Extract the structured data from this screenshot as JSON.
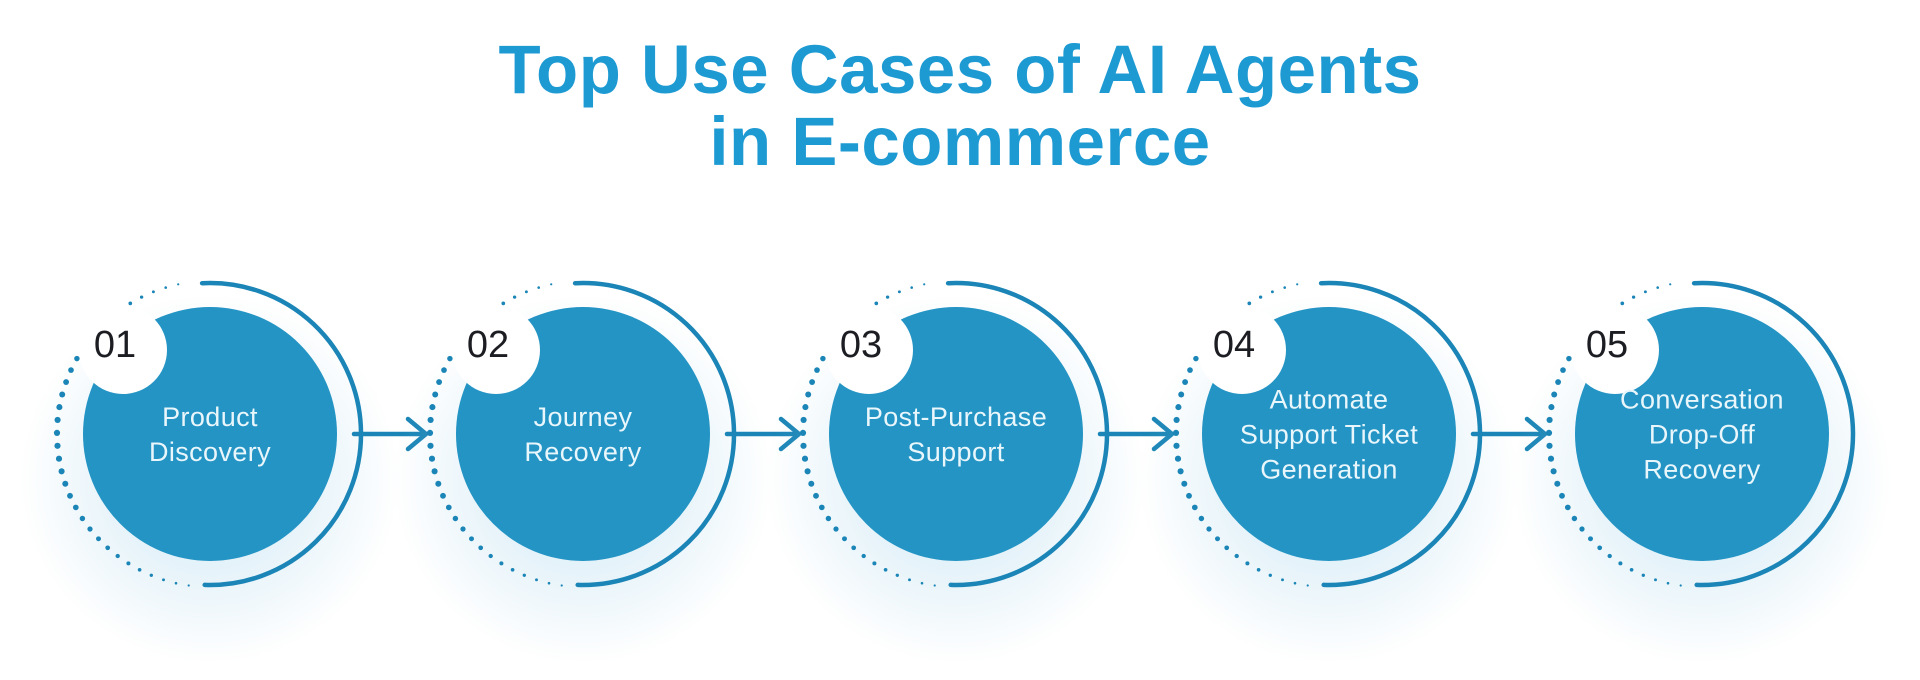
{
  "title": {
    "line1": "Top Use Cases of AI Agents",
    "line2": "in E-commerce"
  },
  "colors": {
    "background": "#ffffff",
    "title": "#1e9ad3",
    "circle_fill": "#2394c4",
    "ring_stroke": "#1a85b6",
    "dot_color": "#1a85b6",
    "arrow_color": "#1a85b6",
    "number_badge_fill": "#ffffff",
    "number_color": "#1c1d22",
    "label_color": "#e9f6fb",
    "glow_color": "#9ccfe9"
  },
  "diagram": {
    "steps": [
      {
        "number": "01",
        "label": "Product Discovery",
        "label_lines": [
          "Product",
          "Discovery"
        ]
      },
      {
        "number": "02",
        "label": "Journey Recovery",
        "label_lines": [
          "Journey",
          "Recovery"
        ]
      },
      {
        "number": "03",
        "label": "Post-Purchase Support",
        "label_lines": [
          "Post-Purchase",
          "Support"
        ]
      },
      {
        "number": "04",
        "label": "Automate Support Ticket Generation",
        "label_lines": [
          "Automate",
          "Support Ticket",
          "Generation"
        ]
      },
      {
        "number": "05",
        "label": "Conversation Drop-Off Recovery",
        "label_lines": [
          "Conversation",
          "Drop-Off",
          "Recovery"
        ]
      }
    ],
    "connector_count": 4,
    "connector_style": "arrow-right"
  }
}
